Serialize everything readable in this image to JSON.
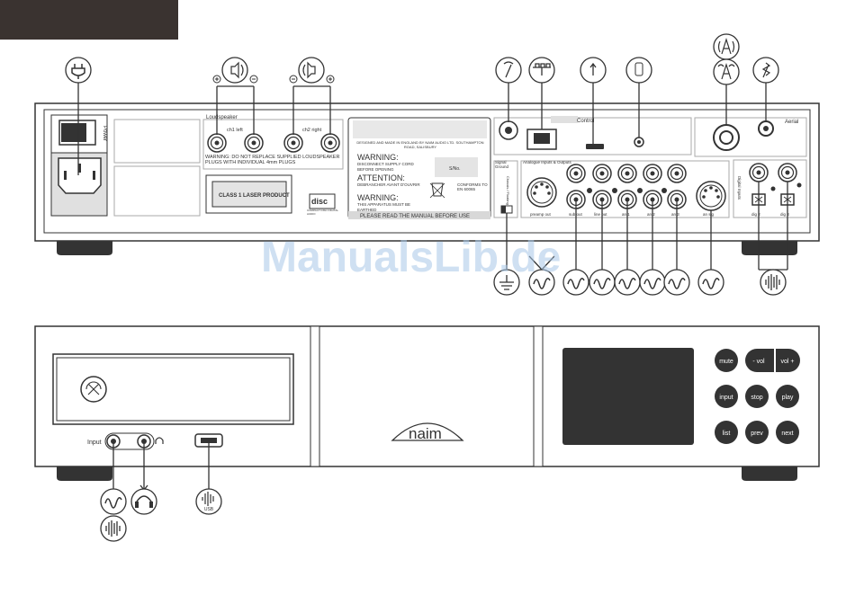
{
  "watermark": "ManualsLib.de",
  "rear": {
    "section_labels": {
      "power": "Power",
      "loudspeaker": "Loudspeaker",
      "control": "Control",
      "aerial": "Aerial",
      "signal_ground": "Signal Ground",
      "analogue_io": "Analogue Inputs & Outputs",
      "digital_inputs": "Digital Inputs"
    },
    "speaker_ch1": "ch1 left",
    "speaker_ch2": "ch2 right",
    "speaker_warning": "WARNING: DO NOT REPLACE SUPPLIED LOUDSPEAKER PLUGS WITH INDIVIDUAL 4mm PLUGS",
    "laser_label": "CLASS 1 LASER PRODUCT",
    "disc_logo": "COMPACT DISC DIGITAL AUDIO",
    "designed_text": "DESIGNED AND MADE IN ENGLAND BY NAIM AUDIO LTD. SOUTHAMPTON ROAD, SALISBURY",
    "warning1_title": "WARNING:",
    "warning1_text": "DISCONNECT SUPPLY CORD BEFORE OPENING",
    "attention_title": "ATTENTION:",
    "attention_text": "DEBRANCHER AVANT D'OUVRIR",
    "warning2_title": "WARNING:",
    "warning2_text": "THIS APPARATUS MUST BE EARTHED",
    "serial_label": "S/No.",
    "conforms": "CONFORMS TO EN 60065",
    "please_read": "PLEASE READ THE MANUAL BEFORE USE",
    "ground_switch": "Chassis / Floating",
    "jack_labels": [
      "preamp out",
      "sub out",
      "line out",
      "an 1",
      "an 2",
      "an 3",
      "an sig",
      "dig 2",
      "dig 3"
    ]
  },
  "front": {
    "input_label": "Input",
    "brand": "naim",
    "buttons": [
      {
        "label": "mute"
      },
      {
        "label": "- vol"
      },
      {
        "label": "vol +"
      },
      {
        "label": "input"
      },
      {
        "label": "stop"
      },
      {
        "label": "play"
      },
      {
        "label": "list"
      },
      {
        "label": "prev"
      },
      {
        "label": "next"
      }
    ],
    "usb_label": "USB"
  },
  "colors": {
    "tab": "#3a3330",
    "line": "#333333",
    "watermark": "#a9c8e8"
  }
}
